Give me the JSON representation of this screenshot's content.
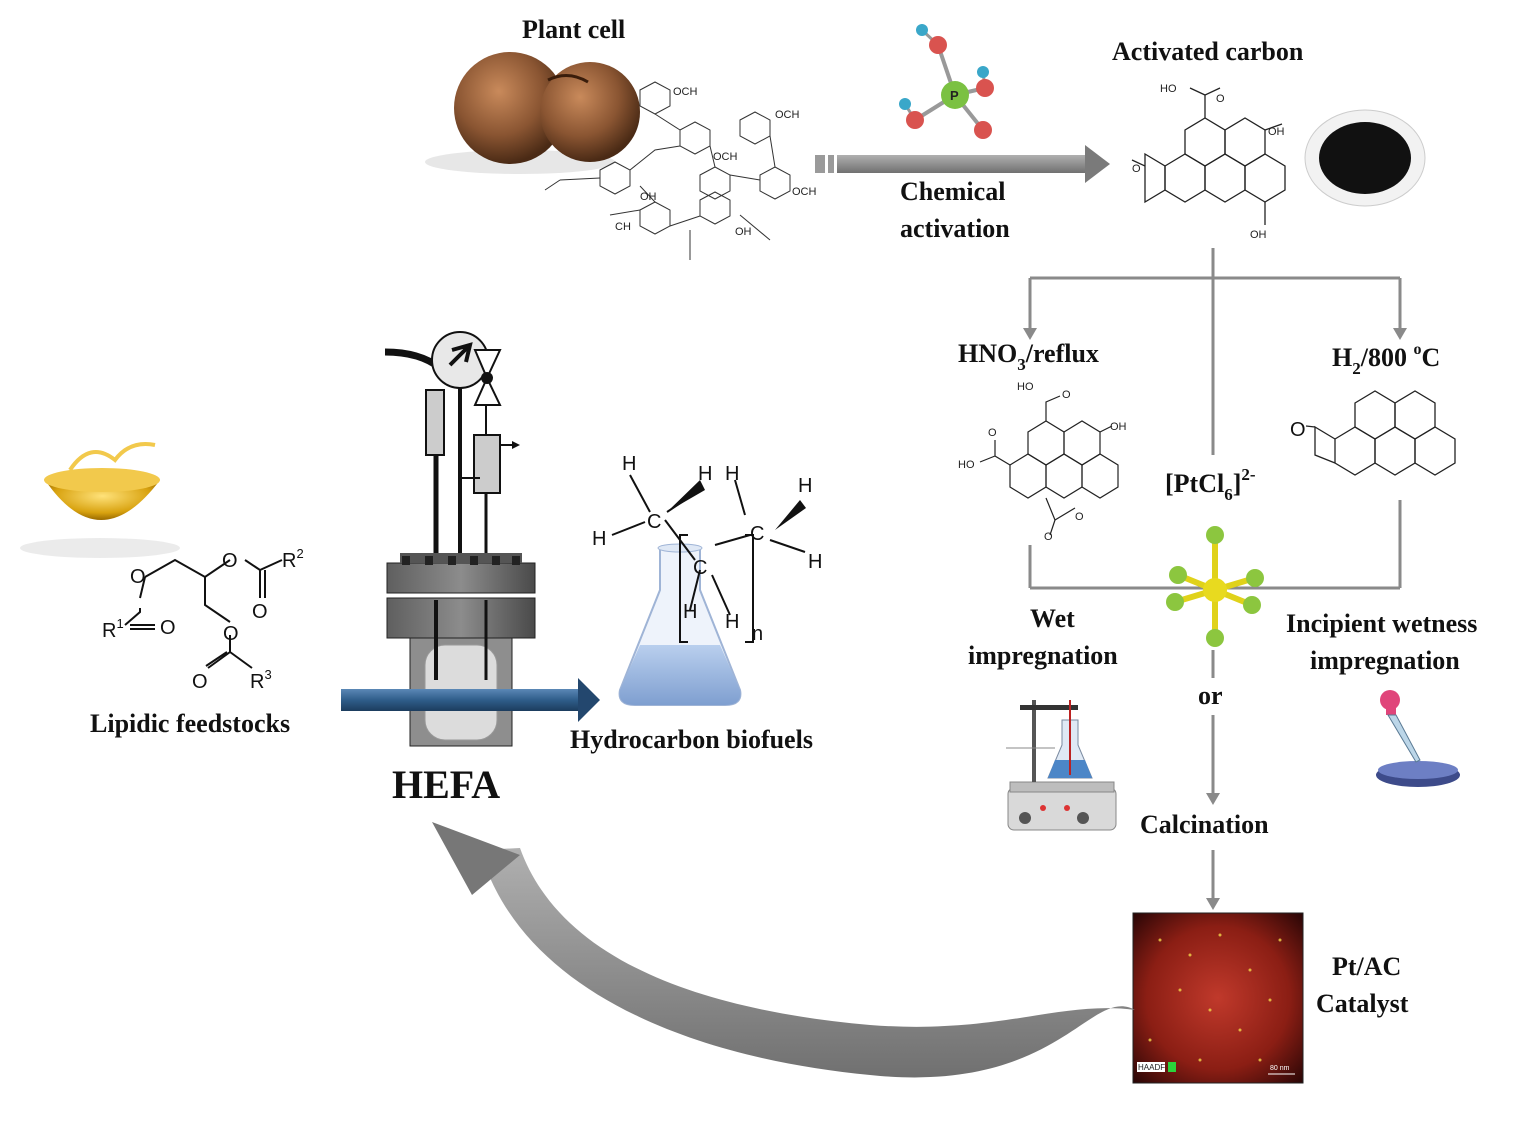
{
  "labels": {
    "plant_cell": "Plant cell",
    "chemical_activation_1": "Chemical",
    "chemical_activation_2": "activation",
    "activated_carbon": "Activated carbon",
    "hno3_main": "HNO",
    "hno3_sub": "3",
    "hno3_rest": "/reflux",
    "h2_main": "H",
    "h2_sub": "2",
    "h2_rest": "/800 ",
    "h2_sup": "o",
    "h2_unit": "C",
    "ptcl_open": "[PtCl",
    "ptcl_sub": "6",
    "ptcl_close": "]",
    "ptcl_sup": "2-",
    "wet_1": "Wet",
    "wet_2": "impregnation",
    "incipient_1": "Incipient wetness",
    "incipient_2": "impregnation",
    "or": "or",
    "calcination": "Calcination",
    "ptac_1": "Pt/AC",
    "ptac_2": "Catalyst",
    "lipidic": "Lipidic feedstocks",
    "hefa": "HEFA",
    "hydrocarbon": "Hydrocarbon biofuels",
    "haadf": "HAADF",
    "scale": "80 nm"
  },
  "atoms": {
    "P": "P",
    "H": "H",
    "C": "C",
    "n": "n",
    "O": "O",
    "OH": "OH",
    "HO": "HO",
    "R1": "R",
    "R1sup": "1",
    "R2": "R",
    "R2sup": "2",
    "R3": "R",
    "R3sup": "3",
    "OCH3": "OCH",
    "CH3O": "CH",
    "O_sub": "3"
  },
  "colors": {
    "arrow_gray": "#8a8a8a",
    "arrow_blue": "#2f5d8a",
    "oxygen": "#d9534f",
    "phosphorus": "#7bc142",
    "hydrogen": "#3aa7c9",
    "platinum": "#e0d21a",
    "chlorine": "#8cc63f"
  }
}
